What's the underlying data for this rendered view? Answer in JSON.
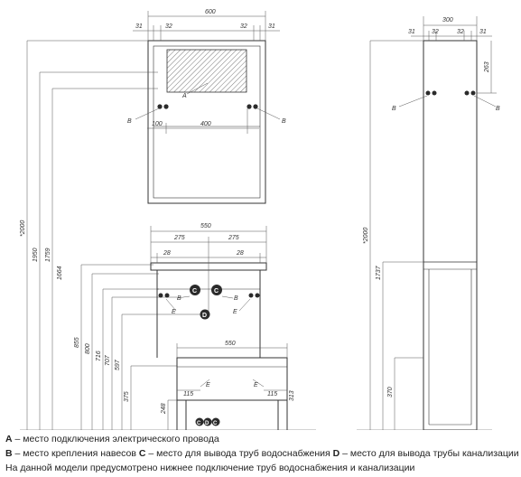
{
  "dims": {
    "mirror_width": "600",
    "mirror_31_left": "31",
    "mirror_32_left": "32",
    "mirror_32_right": "32",
    "mirror_31_right": "31",
    "mirror_100": "100",
    "mirror_400": "400",
    "cabinet_width": "550",
    "cabinet_275_left": "275",
    "cabinet_275_right": "275",
    "cabinet_28_left": "28",
    "cabinet_28_right": "28",
    "base_550": "550",
    "base_115_left": "115",
    "base_115_right": "115",
    "v_2000": "*2000",
    "v_1950": "1950",
    "v_1759": "1759",
    "v_1664": "1664",
    "v_855": "855",
    "v_800": "800",
    "v_716": "716",
    "v_707": "707",
    "v_597": "597",
    "v_375": "375",
    "v_248": "248",
    "v_313": "313",
    "col_width": "300",
    "col_31_left": "31",
    "col_32_left": "32",
    "col_32_right": "32",
    "col_31_right": "31",
    "col_263": "263",
    "col_2000": "*2000",
    "col_1737": "1737",
    "col_370": "370"
  },
  "markers": {
    "a": "A",
    "b": "B",
    "c": "C",
    "d": "D",
    "e": "E"
  },
  "legend": {
    "line1_key": "A",
    "line1_text": " – место подключения электрического провода",
    "line2_key_b": "B",
    "line2_text_b": " – место крепления навесов ",
    "line2_key_c": "C",
    "line2_text_c": " – место для вывода труб водоснабжения   ",
    "line2_key_d": "D",
    "line2_text_d": " – место для вывода трубы канализации",
    "line3_text": "На данной модели предусмотрено нижнее подключение труб водоснабжения и канализации"
  },
  "colors": {
    "line": "#333333",
    "dim": "#555555",
    "fill_dot": "#2b2b2b"
  }
}
